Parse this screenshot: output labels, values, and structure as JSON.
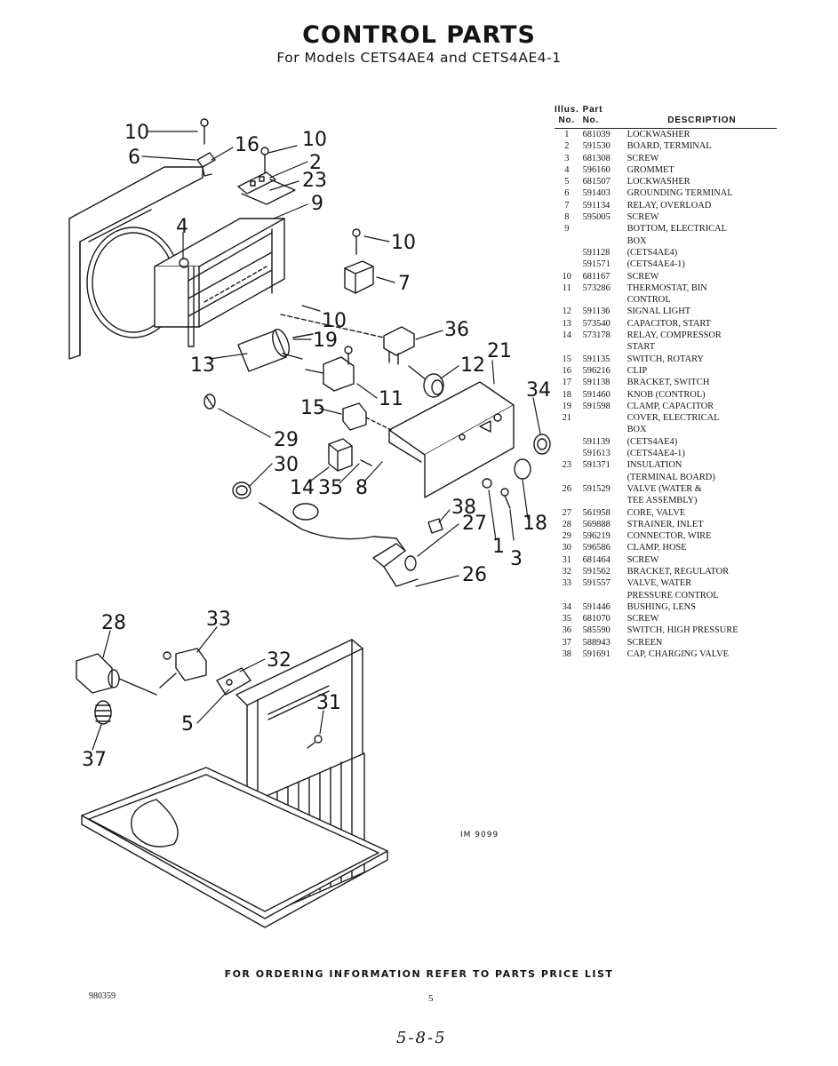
{
  "header": {
    "title": "CONTROL PARTS",
    "subtitle": "For Models CETS4AE4 and CETS4AE4-1"
  },
  "diagram": {
    "image_code": "IM 9099",
    "callouts": [
      "10",
      "6",
      "16",
      "10",
      "2",
      "23",
      "9",
      "4",
      "10",
      "7",
      "10",
      "19",
      "36",
      "13",
      "12",
      "21",
      "11",
      "34",
      "15",
      "29",
      "30",
      "14",
      "35",
      "8",
      "18",
      "38",
      "27",
      "1",
      "3",
      "26",
      "28",
      "33",
      "32",
      "5",
      "31",
      "37"
    ]
  },
  "parts_table": {
    "headers": {
      "illus_line1": "Illus.",
      "illus_line2": "No.",
      "part_line1": "Part",
      "part_line2": "No.",
      "description": "DESCRIPTION"
    },
    "rows": [
      {
        "illus": "1",
        "part": "681039",
        "desc": "Lockwasher"
      },
      {
        "illus": "2",
        "part": "591530",
        "desc": "Board, Terminal"
      },
      {
        "illus": "3",
        "part": "681308",
        "desc": "Screw"
      },
      {
        "illus": "4",
        "part": "596160",
        "desc": "Grommet"
      },
      {
        "illus": "5",
        "part": "681507",
        "desc": "Lockwasher"
      },
      {
        "illus": "6",
        "part": "591403",
        "desc": "Grounding Terminal"
      },
      {
        "illus": "7",
        "part": "591134",
        "desc": "Relay, Overload"
      },
      {
        "illus": "8",
        "part": "595005",
        "desc": "Screw"
      },
      {
        "illus": "9",
        "part": "",
        "desc": "Bottom, Electrical"
      },
      {
        "illus": "",
        "part": "",
        "desc": "Box"
      },
      {
        "illus": "",
        "part": "591128",
        "desc": "(CETS4AE4)"
      },
      {
        "illus": "",
        "part": "591571",
        "desc": "(CETS4AE4-1)"
      },
      {
        "illus": "10",
        "part": "681167",
        "desc": "Screw"
      },
      {
        "illus": "11",
        "part": "573286",
        "desc": "Thermostat, Bin"
      },
      {
        "illus": "",
        "part": "",
        "desc": "Control"
      },
      {
        "illus": "12",
        "part": "591136",
        "desc": "Signal Light"
      },
      {
        "illus": "13",
        "part": "573540",
        "desc": "Capacitor, Start"
      },
      {
        "illus": "14",
        "part": "573178",
        "desc": "Relay, Compressor"
      },
      {
        "illus": "",
        "part": "",
        "desc": "Start"
      },
      {
        "illus": "15",
        "part": "591135",
        "desc": "Switch, Rotary"
      },
      {
        "illus": "16",
        "part": "596216",
        "desc": "Clip"
      },
      {
        "illus": "17",
        "part": "591138",
        "desc": "Bracket, Switch"
      },
      {
        "illus": "18",
        "part": "591460",
        "desc": "Knob (Control)"
      },
      {
        "illus": "19",
        "part": "591598",
        "desc": "Clamp, Capacitor"
      },
      {
        "illus": "21",
        "part": "",
        "desc": "Cover, Electrical"
      },
      {
        "illus": "",
        "part": "",
        "desc": "Box"
      },
      {
        "illus": "",
        "part": "591139",
        "desc": "(CETS4AE4)"
      },
      {
        "illus": "",
        "part": "591613",
        "desc": "(CETS4AE4-1)"
      },
      {
        "illus": "23",
        "part": "591371",
        "desc": "Insulation"
      },
      {
        "illus": "",
        "part": "",
        "desc": "(Terminal Board)"
      },
      {
        "illus": "26",
        "part": "591529",
        "desc": "Valve (Water &"
      },
      {
        "illus": "",
        "part": "",
        "desc": "Tee Assembly)"
      },
      {
        "illus": "27",
        "part": "561958",
        "desc": "Core, Valve"
      },
      {
        "illus": "28",
        "part": "569888",
        "desc": "Strainer, Inlet"
      },
      {
        "illus": "29",
        "part": "596219",
        "desc": "Connector, Wire"
      },
      {
        "illus": "30",
        "part": "596586",
        "desc": "Clamp, Hose"
      },
      {
        "illus": "31",
        "part": "681464",
        "desc": "Screw"
      },
      {
        "illus": "32",
        "part": "591562",
        "desc": "Bracket, Regulator"
      },
      {
        "illus": "33",
        "part": "591557",
        "desc": "Valve, Water"
      },
      {
        "illus": "",
        "part": "",
        "desc": "Pressure Control"
      },
      {
        "illus": "34",
        "part": "591446",
        "desc": "Bushing, Lens"
      },
      {
        "illus": "35",
        "part": "681070",
        "desc": "Screw"
      },
      {
        "illus": "36",
        "part": "585590",
        "desc": "Switch, High Pressure"
      },
      {
        "illus": "37",
        "part": "588943",
        "desc": "Screen"
      },
      {
        "illus": "38",
        "part": "591691",
        "desc": "Cap, Charging Valve"
      }
    ]
  },
  "footer": {
    "ordering_note": "FOR ORDERING INFORMATION REFER TO PARTS PRICE LIST",
    "doc_number": "980359",
    "page_number": "5",
    "handwritten_date": "5-8-5"
  }
}
